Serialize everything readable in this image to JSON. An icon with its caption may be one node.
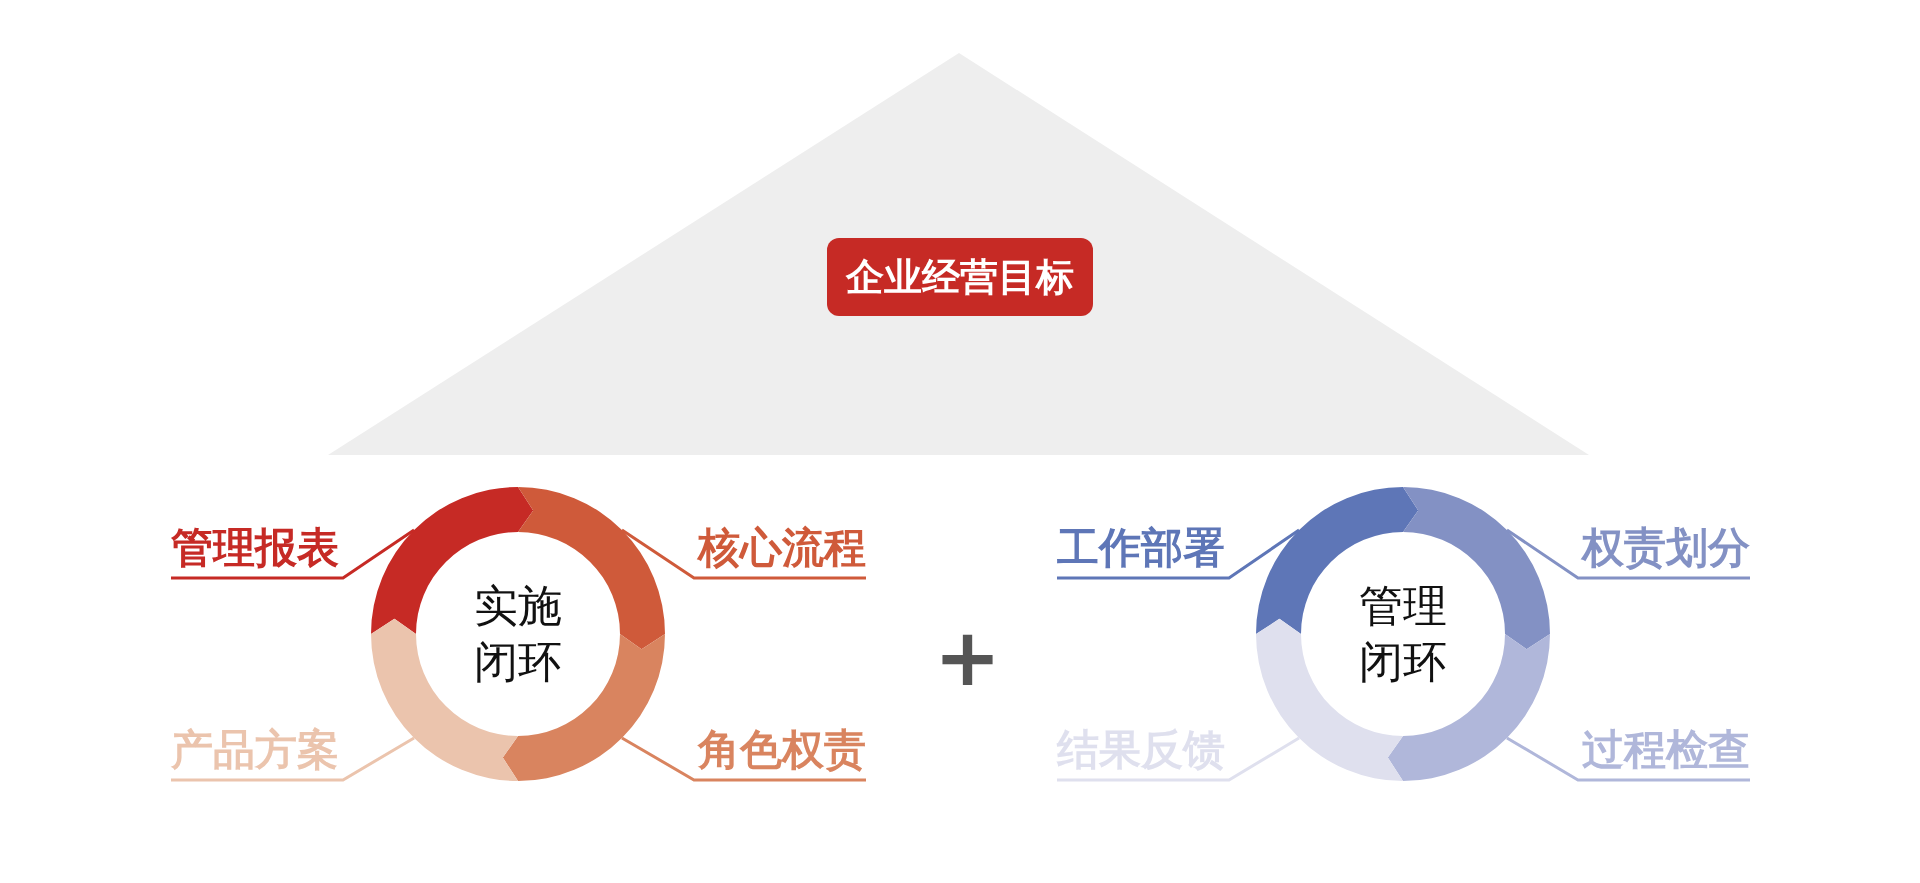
{
  "diagram": {
    "nodes": [
      {
        "text": [
          "企业经营目标"
        ]
      },
      {
        "text": [
          "实施闭环"
        ]
      },
      {
        "text": [],
        "shape": "arc",
        "in": 1
      },
      {
        "text": [],
        "shape": "arc",
        "in": 1
      },
      {
        "text": [],
        "shape": "arc",
        "in": 1
      },
      {
        "text": [],
        "shape": "arc",
        "in": 1
      },
      {
        "text": [
          "管理报表"
        ]
      },
      {
        "text": [
          "核心流程"
        ]
      },
      {
        "text": [
          "角色权责"
        ]
      },
      {
        "text": [
          "产品方案"
        ]
      },
      {
        "text": [
          "管理闭环"
        ]
      },
      {
        "text": [],
        "shape": "arc",
        "in": 10
      },
      {
        "text": [],
        "shape": "arc",
        "in": 10
      },
      {
        "text": [],
        "shape": "arc",
        "in": 10
      },
      {
        "text": [],
        "shape": "arc",
        "in": 10
      },
      {
        "text": [
          "工作部署"
        ]
      },
      {
        "text": [
          "权责划分"
        ]
      },
      {
        "text": [
          "过程检查"
        ]
      },
      {
        "text": [
          "结果反馈"
        ]
      }
    ],
    "edges": [
      {
        "from": 6,
        "to": 2,
        "arrow": "none",
        "color": "#c62a25"
      },
      {
        "from": 7,
        "to": 3,
        "arrow": "none",
        "color": "#cf5a3a"
      },
      {
        "from": 8,
        "to": 4,
        "arrow": "none",
        "color": "#d9845f"
      },
      {
        "from": 9,
        "to": 5,
        "arrow": "none",
        "color": "#ebc4ad"
      },
      {
        "from": 15,
        "to": 11,
        "arrow": "none",
        "color": "#5e76b7"
      },
      {
        "from": 16,
        "to": 12,
        "arrow": "none",
        "color": "#8391c4"
      },
      {
        "from": 17,
        "to": 13,
        "arrow": "none",
        "color": "#b0b7da"
      },
      {
        "from": 18,
        "to": 14,
        "arrow": "none",
        "color": "#dfe0ee"
      }
    ],
    "labels": [
      "+"
    ]
  }
}
